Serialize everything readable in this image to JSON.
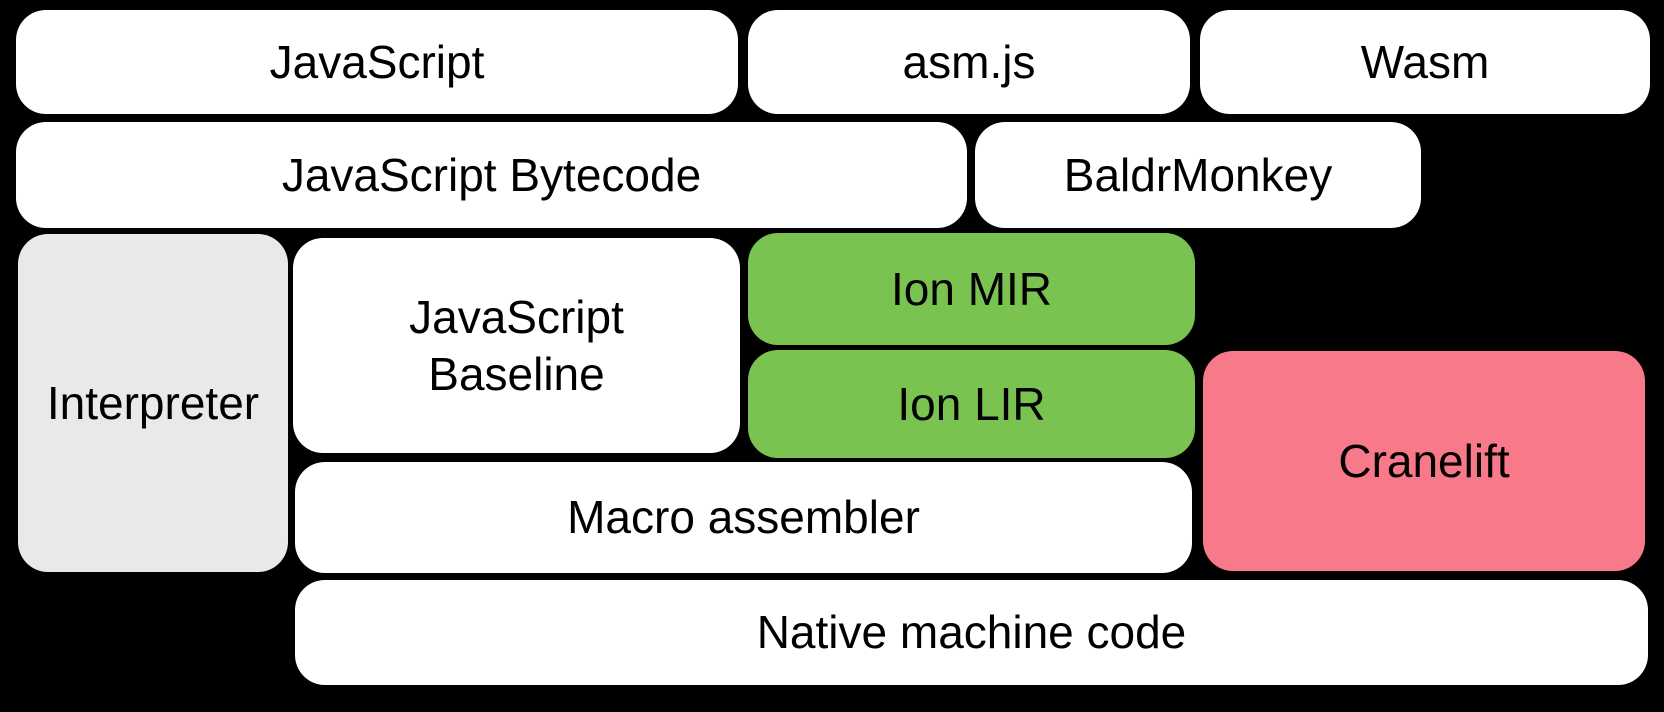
{
  "diagram": {
    "background_color": "#000000",
    "colors": {
      "node_default": "#FFFFFF",
      "node_gray": "#E9E9E9",
      "node_green": "#7AC351",
      "node_pink": "#F8798A",
      "text": "#000000"
    },
    "nodes": {
      "javascript": {
        "label": "JavaScript"
      },
      "asmjs": {
        "label": "asm.js"
      },
      "wasm": {
        "label": "Wasm"
      },
      "bytecode": {
        "label": "JavaScript Bytecode"
      },
      "baldrmonkey": {
        "label": "BaldrMonkey"
      },
      "interpreter": {
        "label": "Interpreter"
      },
      "baseline": {
        "label": "JavaScript\nBaseline"
      },
      "ionmir": {
        "label": "Ion MIR"
      },
      "ionlir": {
        "label": "Ion LIR"
      },
      "cranelift": {
        "label": "Cranelift"
      },
      "macro": {
        "label": "Macro assembler"
      },
      "native": {
        "label": "Native machine code"
      }
    }
  }
}
